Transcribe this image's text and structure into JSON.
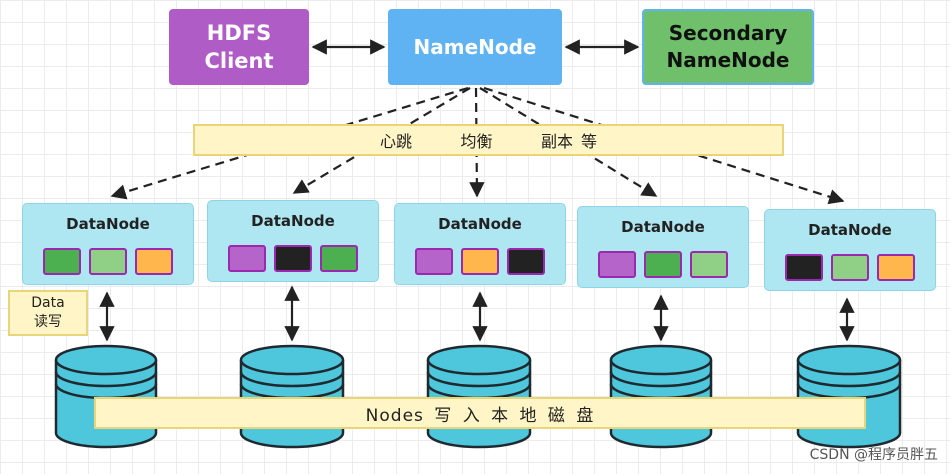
{
  "nodes": {
    "client": {
      "line1": "HDFS",
      "line2": "Client"
    },
    "namenode": "NameNode",
    "secondary": {
      "line1": "Secondary",
      "line2": "NameNode"
    }
  },
  "banner_top": "心跳      均衡      副本 等",
  "banner_bottom": "Nodes 写 入 本 地 磁 盘",
  "data_rw": {
    "line1": "Data",
    "line2": "读写"
  },
  "datanodes": [
    {
      "title": "DataNode",
      "blocks": [
        "green",
        "lightgreen",
        "orange"
      ]
    },
    {
      "title": "DataNode",
      "blocks": [
        "purple",
        "black",
        "green"
      ]
    },
    {
      "title": "DataNode",
      "blocks": [
        "purple",
        "orange",
        "black"
      ]
    },
    {
      "title": "DataNode",
      "blocks": [
        "purple",
        "green",
        "lightgreen"
      ]
    },
    {
      "title": "DataNode",
      "blocks": [
        "black",
        "lightgreen",
        "orange"
      ]
    }
  ],
  "block_colors": {
    "green": "#4caf50",
    "lightgreen": "#8fcf86",
    "orange": "#ffb74d",
    "purple": "#b565c9",
    "black": "#222222"
  },
  "colors": {
    "client": "#b05cc7",
    "namenode": "#5fb3f2",
    "secondary": "#6fbf6b",
    "datanode": "#aee6f2",
    "disk": "#4ec7dd",
    "banner": "#fff5c6"
  },
  "watermark": "CSDN @程序员胖五"
}
